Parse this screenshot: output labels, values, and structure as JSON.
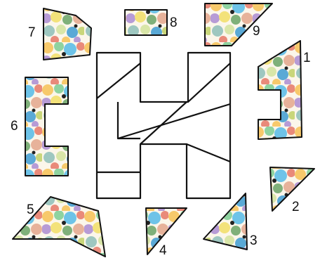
{
  "puzzle": {
    "piece_labels": [
      "1",
      "2",
      "3",
      "4",
      "5",
      "6",
      "7",
      "8",
      "9"
    ]
  },
  "colors": {
    "outline": "#111111",
    "background": "#ffffff",
    "confetti": [
      "#f7c96b",
      "#8fd3a0",
      "#6ec3e8",
      "#e98a7a",
      "#b79bd6",
      "#f3e27a",
      "#7fb07a",
      "#e7b29a",
      "#9ec7c0",
      "#d9e6a8",
      "#5aa9d6",
      "#c9d67a"
    ]
  }
}
